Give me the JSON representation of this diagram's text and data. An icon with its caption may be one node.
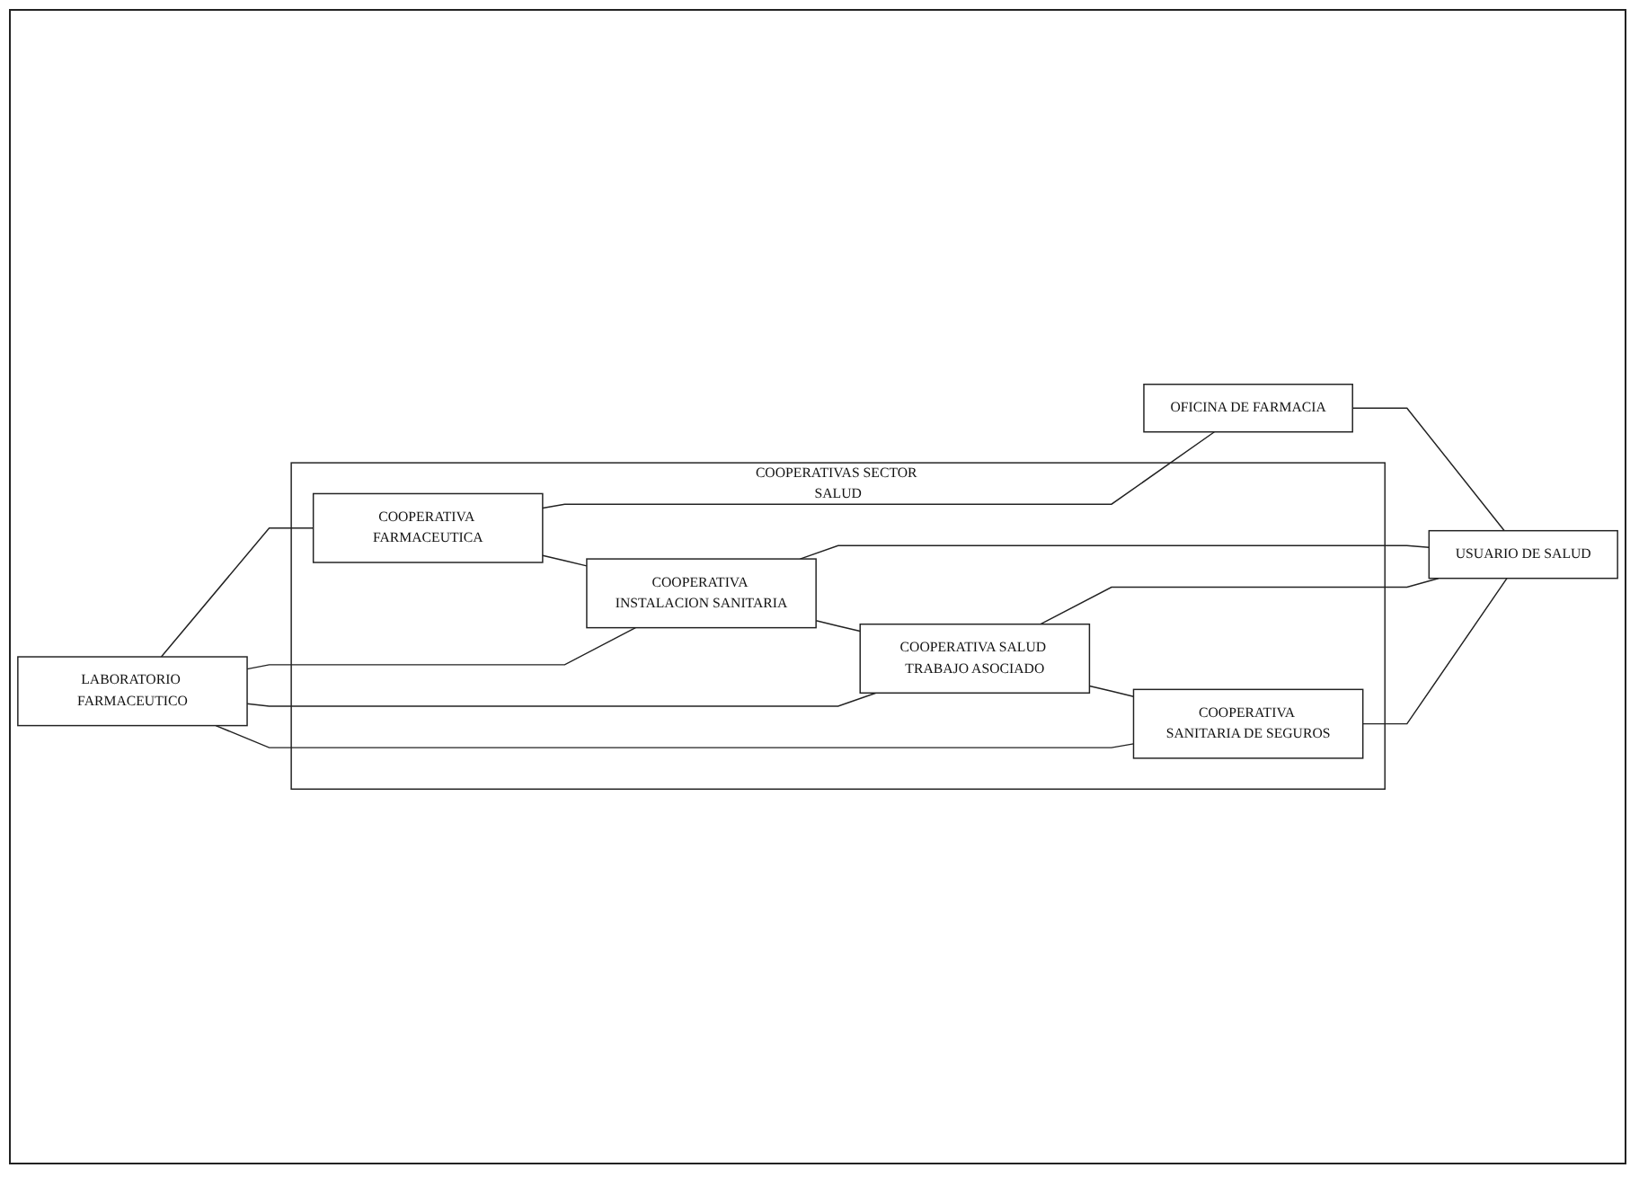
{
  "diagram": {
    "nodes": [
      {
        "text": [
          "COOPERATIVAS SECTOR SALUD"
        ]
      },
      {
        "text": [
          "LABORATORIO FARMACEUTICO"
        ]
      },
      {
        "text": [
          "COOPERATIVA FARMACEUTICA"
        ],
        "in": 0
      },
      {
        "text": [
          "OFICINA DE FARMACIA"
        ]
      },
      {
        "text": [
          "COOPERATIVA INSTALACION SANITARIA"
        ],
        "in": 0
      },
      {
        "text": [
          "USUARIO DE SALUD"
        ]
      },
      {
        "text": [
          "COOPERATIVA SALUD TRABAJO ASOCIADO"
        ],
        "in": 0
      },
      {
        "text": [
          "COOPERATIVA SANITARIA DE SEGUROS"
        ],
        "in": 0
      }
    ],
    "edges": [
      {
        "from": 1,
        "to": 2,
        "arrow": "none"
      },
      {
        "from": 2,
        "to": 3,
        "arrow": "none"
      },
      {
        "from": 2,
        "to": 4,
        "arrow": "none"
      },
      {
        "from": 3,
        "to": 5,
        "arrow": "none"
      },
      {
        "from": 1,
        "to": 4,
        "arrow": "none"
      },
      {
        "from": 4,
        "to": 5,
        "arrow": "none"
      },
      {
        "from": 4,
        "to": 6,
        "arrow": "none"
      },
      {
        "from": 1,
        "to": 6,
        "arrow": "none"
      },
      {
        "from": 6,
        "to": 5,
        "arrow": "none"
      },
      {
        "from": 6,
        "to": 7,
        "arrow": "none"
      },
      {
        "from": 1,
        "to": 7,
        "arrow": "none"
      },
      {
        "from": 7,
        "to": 5,
        "arrow": "none"
      }
    ]
  }
}
